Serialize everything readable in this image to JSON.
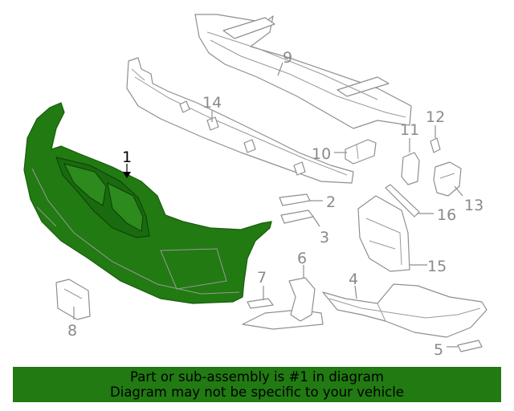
{
  "diagram": {
    "highlight_color": "#217a12",
    "primary_callout": "1",
    "callouts": [
      "1",
      "2",
      "3",
      "4",
      "5",
      "6",
      "7",
      "8",
      "9",
      "10",
      "11",
      "12",
      "13",
      "14",
      "15",
      "16"
    ]
  },
  "banner": {
    "line1": "Part or sub-assembly is #1 in diagram",
    "line2": "Diagram may not be specific to your vehicle",
    "background": "#217a12"
  }
}
